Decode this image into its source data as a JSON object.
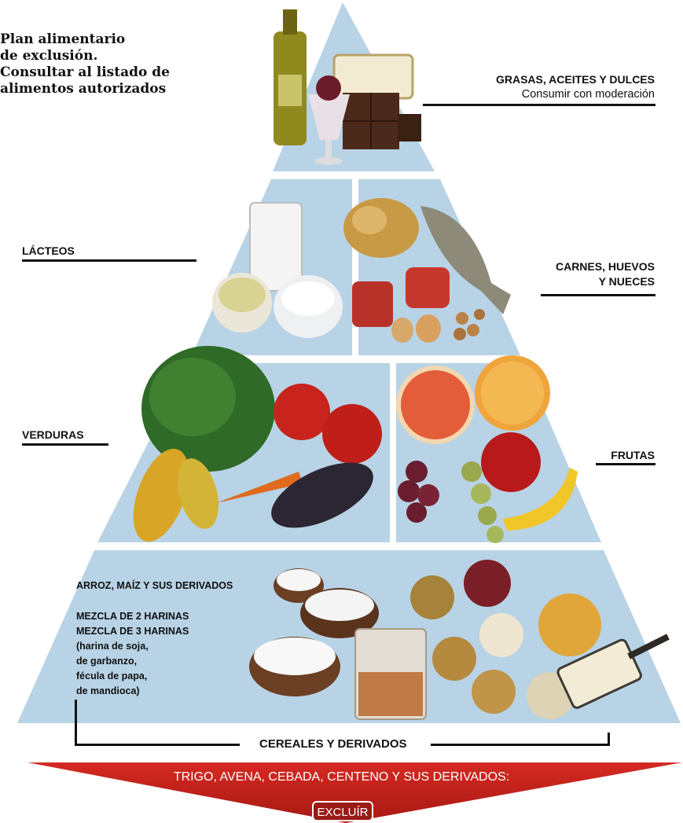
{
  "intro": {
    "line1": "Plan alimentario",
    "line2": "de exclusión.",
    "line3": "Consultar al listado de",
    "line4": "alimentos autorizados"
  },
  "levels": {
    "top": {
      "title": "GRASAS, ACEITES Y DULCES",
      "subtitle": "Consumir con moderación"
    },
    "dairy": {
      "title": "LÁCTEOS"
    },
    "meat": {
      "line1": "CARNES, HUEVOS",
      "line2": "Y NUECES"
    },
    "vegetables": {
      "title": "VERDURAS"
    },
    "fruits": {
      "title": "FRUTAS"
    },
    "cereals": {
      "title": "CEREALES Y DERIVADOS",
      "allowed": [
        "ARROZ, MAÍZ Y SUS DERIVADOS",
        "MEZCLA DE 2 HARINAS",
        "MEZCLA DE 3 HARINAS",
        "(harina de soja,",
        "de garbanzo,",
        "fécula de papa,",
        "de mandioca)"
      ]
    }
  },
  "banner": {
    "text": "TRIGO, AVENA, CEBADA, CENTENO Y SUS DERIVADOS:",
    "button": "EXCLUÍR"
  },
  "colors": {
    "pyramid": "#b8d3e6",
    "banner": "#c4221d",
    "text": "#111111"
  }
}
